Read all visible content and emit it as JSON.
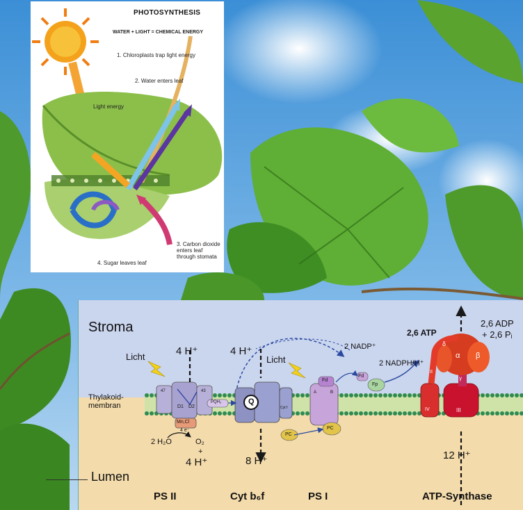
{
  "photo_card": {
    "title": "PHOTOSYNTHESIS",
    "equation": "WATER + LIGHT = CHEMICAL ENERGY",
    "light_energy": "Light energy",
    "step1": "1. Chloroplasts trap light energy",
    "step2": "2. Water enters leaf",
    "step3": "3. Carbon dioxide enters leaf through stomata",
    "step4": "4. Sugar leaves leaf"
  },
  "thylakoid": {
    "stroma": "Stroma",
    "membrane_label": "Thylakoid-membran",
    "lumen": "Lumen",
    "licht_1": "Licht",
    "licht_2": "Licht",
    "h_ps2_top": "4 H⁺",
    "h_cyt_top": "4 H⁺",
    "nadp": "2 NADP⁺",
    "nadph": "2 NADPH/H⁺",
    "atp": "2,6 ATP",
    "adp": "2,6 ADP",
    "pi": "+ 2,6 Pᵢ",
    "water": "2 H₂O",
    "o2": "O₂",
    "plus": "+",
    "h_ps2_bottom": "4 H⁺",
    "h_cyt_bottom": "8 H⁺",
    "h_atp_bottom": "12 H⁺",
    "electrons": "4 e⁻",
    "complex_labels": {
      "ps2": "PS II",
      "cyt": "Cyt b₆f",
      "ps1": "PS I",
      "atp_synthase": "ATP-Synthase"
    },
    "subunits": {
      "d1": "D1",
      "d2": "D2",
      "p47": "47",
      "p43": "43",
      "mncl": "Mn,Cl",
      "pqh2": "PQH₂",
      "q": "Q",
      "cytf": "Cyt f",
      "pc1": "PC",
      "pc2": "PC",
      "fd1": "Fd",
      "fd2": "Fd",
      "fp": "Fp",
      "a": "A",
      "b": "B",
      "delta": "δ",
      "alpha": "α",
      "beta": "β",
      "gamma": "γ",
      "ii": "II",
      "iv": "IV",
      "iii": "III"
    }
  }
}
